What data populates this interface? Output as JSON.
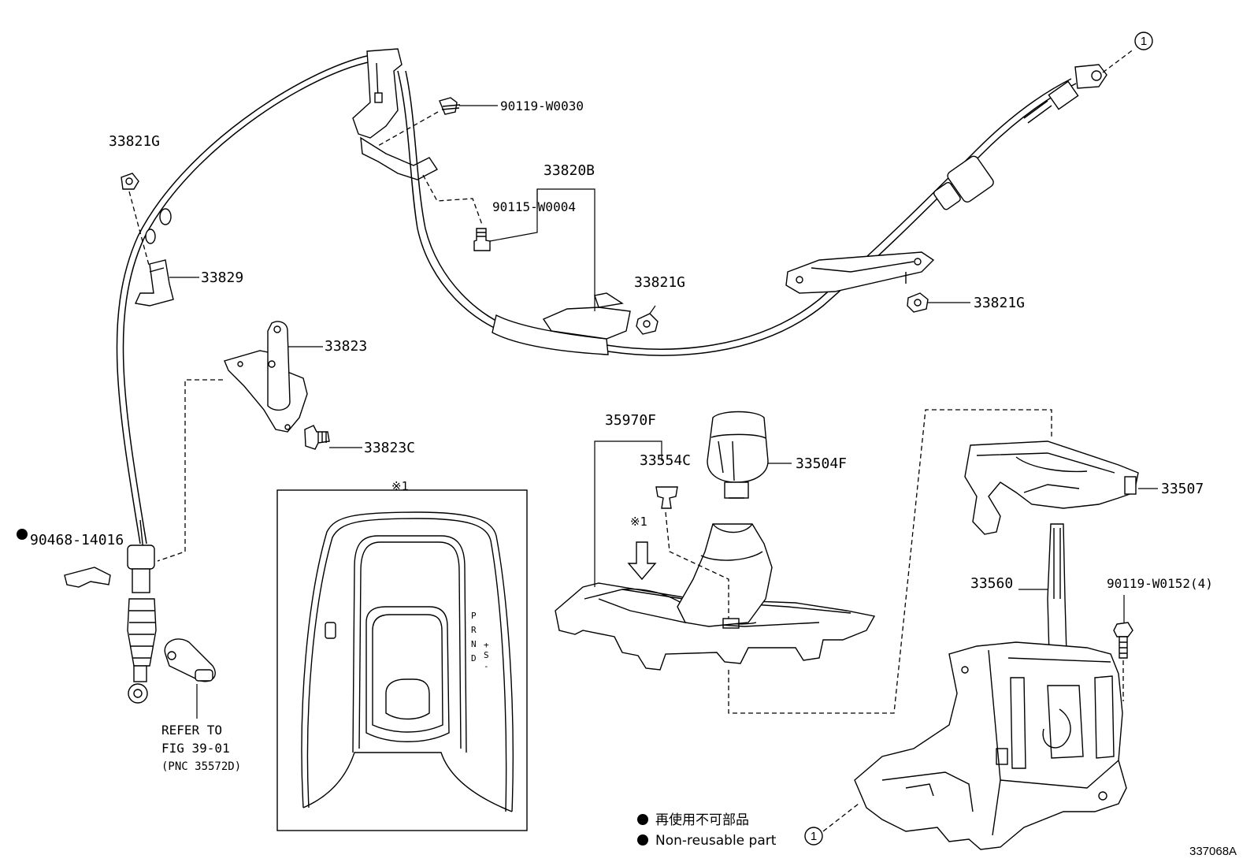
{
  "labels": {
    "p33821G_a": "33821G",
    "p33829": "33829",
    "p33823": "33823",
    "p33823C": "33823C",
    "p90468": "90468-14016",
    "p90119_w0030": "90119-W0030",
    "p33820B": "33820B",
    "p90115": "90115-W0004",
    "p33821G_b": "33821G",
    "p33821G_c": "33821G",
    "p35970F": "35970F",
    "p33554C": "33554C",
    "p33504F": "33504F",
    "p33507": "33507",
    "p33560": "33560",
    "p90119_w0152": "90119-W0152(4)",
    "refer_line1": "REFER TO",
    "refer_line2": "FIG 39-01",
    "refer_line3": "(PNC 35572D)",
    "inset_mark": "※1",
    "arrow_mark": "※1",
    "circle_ref": "1",
    "shift_pattern": [
      "P",
      "R",
      "N",
      "D",
      "+",
      "S",
      "-"
    ]
  },
  "legend": {
    "japanese": "再使用不可部品",
    "english": "Non-reusable part"
  },
  "figure_number": "337068A"
}
